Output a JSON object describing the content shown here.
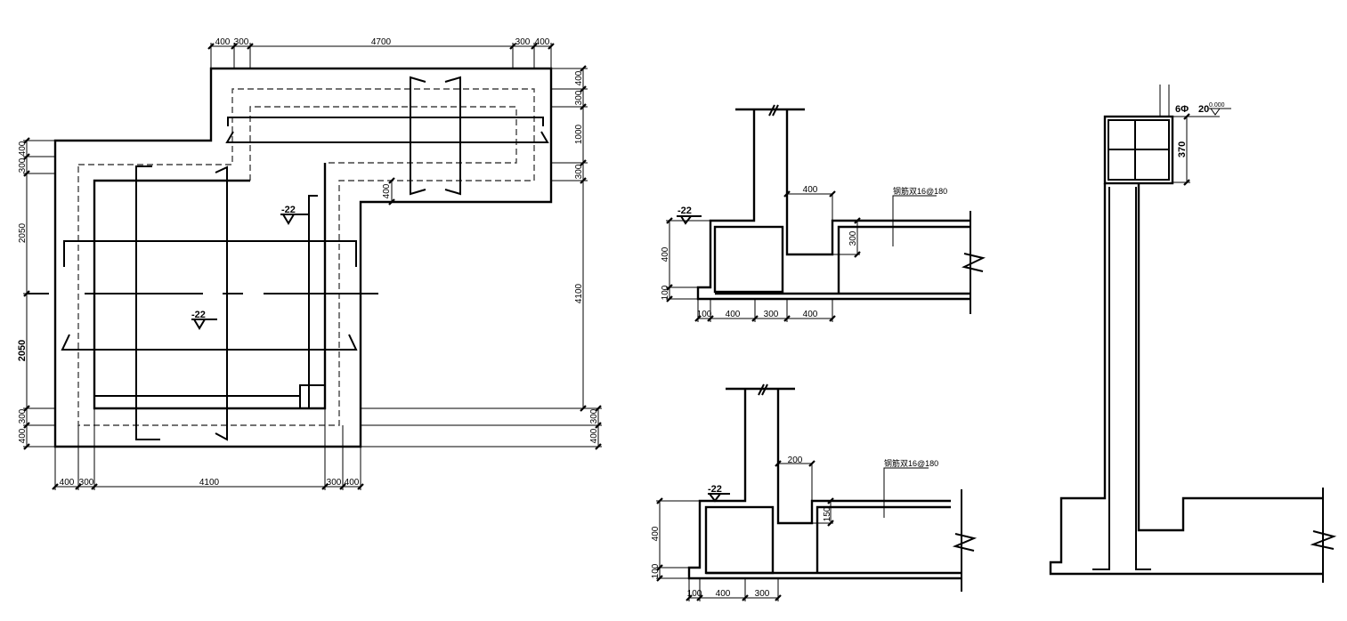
{
  "plan": {
    "top_dims": [
      "400",
      "300",
      "4700",
      "300",
      "400"
    ],
    "bottom_dims": [
      "400",
      "300",
      "4100",
      "300",
      "400"
    ],
    "left_dims": [
      "400",
      "300",
      "2050",
      "2050",
      "300",
      "400"
    ],
    "right_dims": [
      "400",
      "300",
      "1000",
      "300",
      "4100"
    ],
    "right_lower_dims": [
      "300",
      "400"
    ],
    "step_dim": "400",
    "elevation_1": "-22",
    "elevation_2": "-22"
  },
  "section_a": {
    "elevation": "-22",
    "top_dim": "400",
    "step_dim": "300",
    "rebar_label": "钢筋双16@180",
    "bottom_dims": [
      "100",
      "400",
      "300",
      "400"
    ],
    "left_dims": [
      "400",
      "100"
    ]
  },
  "section_b": {
    "elevation": "-22",
    "top_dim": "200",
    "step_dim": "150",
    "rebar_label": "钢筋双16@180",
    "bottom_dims": [
      "100",
      "400",
      "300"
    ],
    "left_dims": [
      "400",
      "100"
    ]
  },
  "section_c": {
    "rebar_note": "6Φ",
    "rebar_note_2": "20",
    "elevation": "0.000",
    "height_dim": "370"
  }
}
